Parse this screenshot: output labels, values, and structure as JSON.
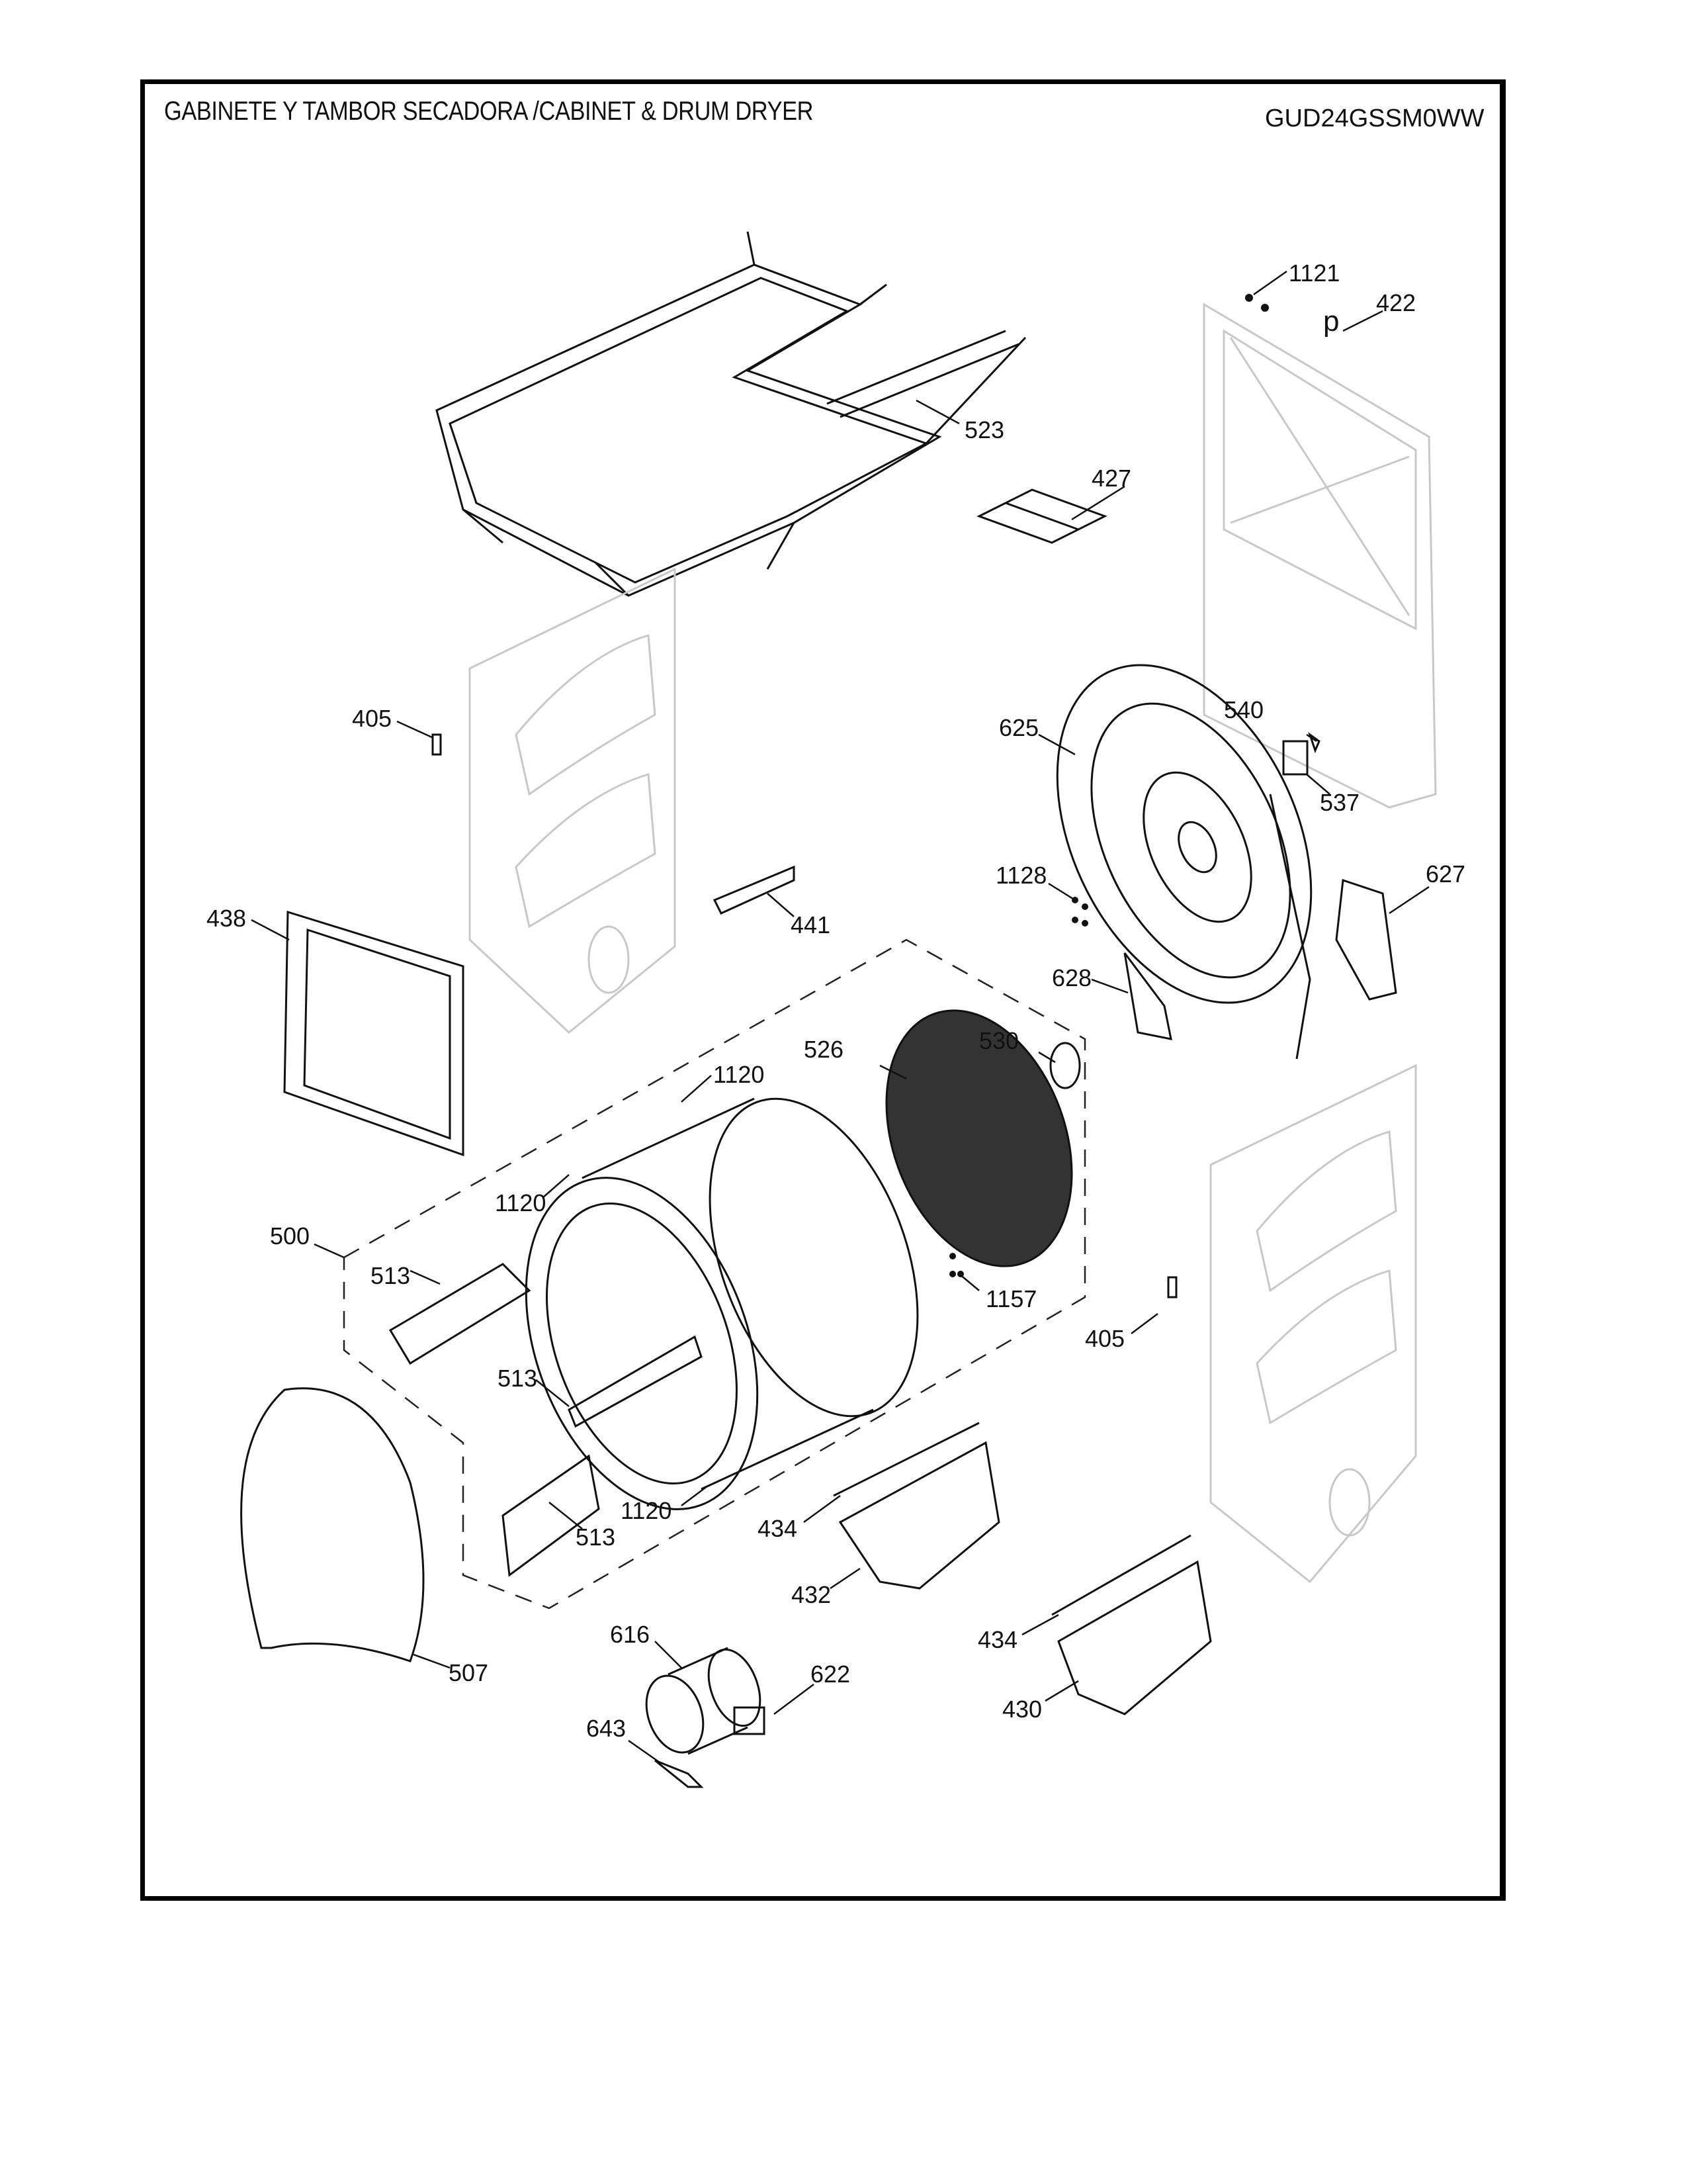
{
  "header": {
    "title": "GABINETE Y TAMBOR SECADORA /CABINET & DRUM  DRYER",
    "model": "GUD24GSSM0WW"
  },
  "callouts": [
    {
      "id": "c1121",
      "number": "1121"
    },
    {
      "id": "c422",
      "number": "422"
    },
    {
      "id": "c523",
      "number": "523"
    },
    {
      "id": "c427",
      "number": "427"
    },
    {
      "id": "c405a",
      "number": "405"
    },
    {
      "id": "c625",
      "number": "625"
    },
    {
      "id": "c540",
      "number": "540"
    },
    {
      "id": "c537",
      "number": "537"
    },
    {
      "id": "c1128",
      "number": "1128"
    },
    {
      "id": "c627",
      "number": "627"
    },
    {
      "id": "c438",
      "number": "438"
    },
    {
      "id": "c441",
      "number": "441"
    },
    {
      "id": "c628",
      "number": "628"
    },
    {
      "id": "c526",
      "number": "526"
    },
    {
      "id": "c530",
      "number": "530"
    },
    {
      "id": "c1120a",
      "number": "1120"
    },
    {
      "id": "c1120b",
      "number": "1120"
    },
    {
      "id": "c500",
      "number": "500"
    },
    {
      "id": "c513a",
      "number": "513"
    },
    {
      "id": "c1157",
      "number": "1157"
    },
    {
      "id": "c405b",
      "number": "405"
    },
    {
      "id": "c513b",
      "number": "513"
    },
    {
      "id": "c1120c",
      "number": "1120"
    },
    {
      "id": "c513c",
      "number": "513"
    },
    {
      "id": "c434a",
      "number": "434"
    },
    {
      "id": "c432",
      "number": "432"
    },
    {
      "id": "c616",
      "number": "616"
    },
    {
      "id": "c507",
      "number": "507"
    },
    {
      "id": "c434b",
      "number": "434"
    },
    {
      "id": "c622",
      "number": "622"
    },
    {
      "id": "c643",
      "number": "643"
    },
    {
      "id": "c430",
      "number": "430"
    }
  ]
}
